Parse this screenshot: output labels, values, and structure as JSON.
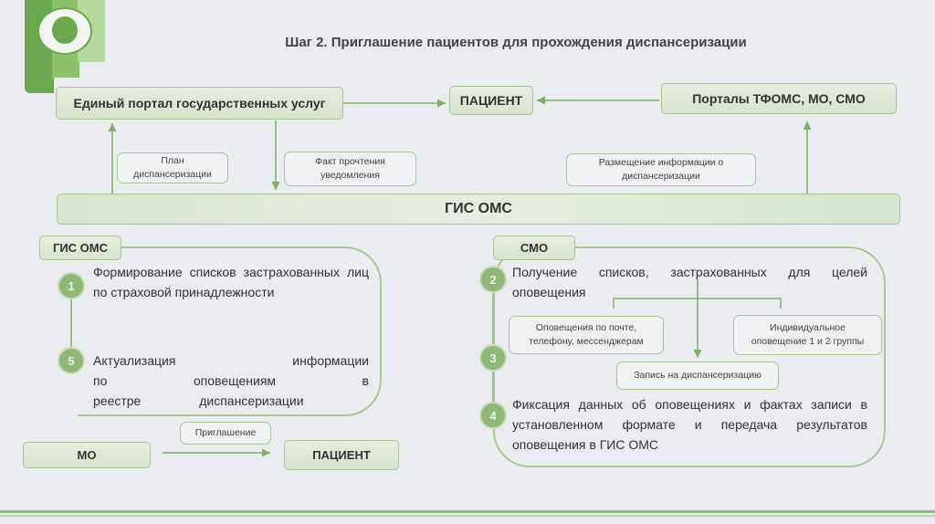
{
  "title": "Шаг 2. Приглашение пациентов для прохождения диспансеризации",
  "top": {
    "epgu": "Единый портал государственных услуг",
    "patient": "ПАЦИЕНТ",
    "portals": "Порталы ТФОМС, МО, СМО"
  },
  "labels": {
    "plan": "План диспансеризации",
    "fact": "Факт прочтения уведомления",
    "placement": "Размещение информации о диспансеризации"
  },
  "gis_bar": "ГИС ОМС",
  "left": {
    "tag": "ГИС ОМС",
    "steps": [
      {
        "num": "1",
        "text": "Формирование списков застрахованных лиц по страховой принадлежности"
      },
      {
        "num": "5",
        "text": "Актуализация информации по оповещениям в реестре диспансеризации"
      }
    ]
  },
  "bottom": {
    "mo": "МО",
    "invite": "Приглашение",
    "patient": "ПАЦИЕНТ"
  },
  "right": {
    "tag": "СМО",
    "steps": [
      {
        "num": "2",
        "text": "Получение списков, застрахованных для целей оповещения"
      },
      {
        "num": "3"
      },
      {
        "num": "4",
        "text": "Фиксация данных об оповещениях и фактах записи в установленном формате и передача результатов оповещения в ГИС ОМС"
      }
    ],
    "channels": {
      "mail": "Оповещения по почте, телефону, мессенджерам",
      "individual": "Индивидуальное оповещение 1 и 2 группы",
      "signup": "Запись на диспансеризацию"
    }
  },
  "colors": {
    "accent": "#8fb878",
    "border": "#a9c495",
    "background": "#e9ebef"
  }
}
